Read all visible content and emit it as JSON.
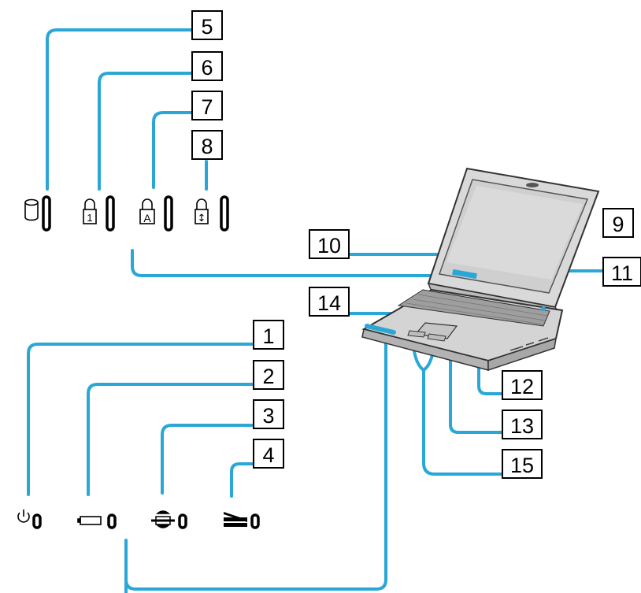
{
  "colors": {
    "leader_line": "#2aa7d6",
    "box_stroke": "#000000",
    "icon_stroke": "#000000",
    "laptop_body": "#dcdcdc",
    "laptop_screen": "#c9c9c9",
    "keyboard": "#bfbfbf"
  },
  "icons": [
    "power-indicator-icon",
    "battery-indicator-icon",
    "memory-stick-indicator-icon",
    "wireless-lan-indicator-icon",
    "hard-disk-indicator-icon",
    "num-lock-indicator-icon",
    "caps-lock-indicator-icon",
    "scroll-lock-indicator-icon"
  ],
  "callouts": {
    "c1": "1",
    "c2": "2",
    "c3": "3",
    "c4": "4",
    "c5": "5",
    "c6": "6",
    "c7": "7",
    "c8": "8",
    "c9": "9",
    "c10": "10",
    "c11": "11",
    "c12": "12",
    "c13": "13",
    "c14": "14",
    "c15": "15"
  },
  "glyphs": {
    "num_lock": "1",
    "caps_lock": "A",
    "scroll_lock": "↕"
  }
}
